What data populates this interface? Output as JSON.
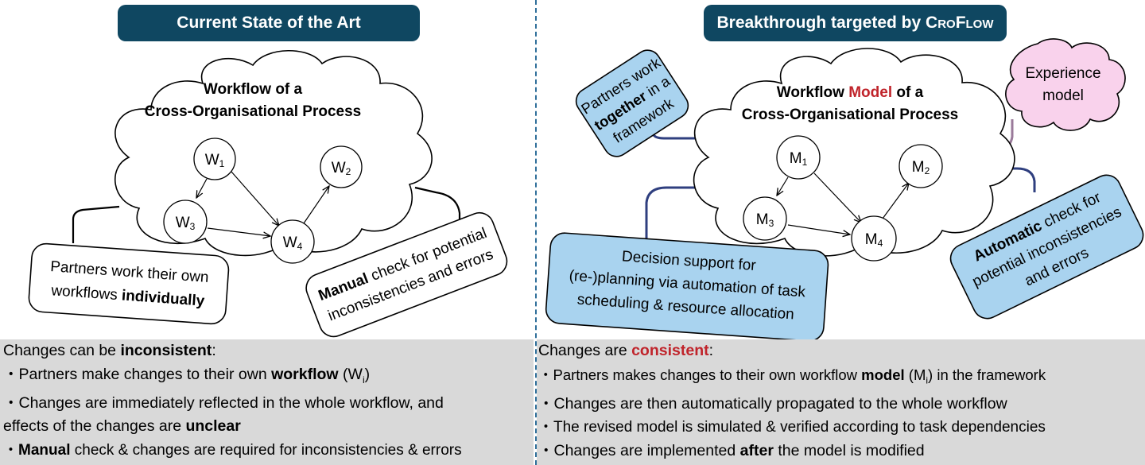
{
  "left": {
    "header": "Current State of the Art",
    "cloud_title_1": "Workflow of a",
    "cloud_title_2": "Cross-Organisational Process",
    "nodes": [
      "W",
      "W",
      "W",
      "W"
    ],
    "node_subs": [
      "1",
      "2",
      "3",
      "4"
    ],
    "callout_individual": {
      "l1": "Partners work their own",
      "l2a": "workflows ",
      "l2b": "individually"
    },
    "callout_manual": {
      "l1a": "Manual",
      "l1b": " check for potential",
      "l2": "inconsistencies and errors"
    },
    "summary": {
      "title_a": "Changes can be ",
      "title_b": "inconsistent",
      "title_c": ":",
      "b1_a": "・Partners make changes to their own ",
      "b1_b": "workflow",
      "b1_c": " (W",
      "b1_sub": "i",
      "b1_d": ")",
      "b2_a": "・Changes are immediately reflected in the whole workflow, and",
      "b2_b": "effects of the changes are ",
      "b2_c": "unclear",
      "b3_a": "・",
      "b3_b": "Manual",
      "b3_c": " check & changes are required for inconsistencies & errors"
    }
  },
  "right": {
    "header_a": "Breakthrough targeted by ",
    "header_b": "CroFlow",
    "cloud_title_1a": "Workflow ",
    "cloud_title_1b": "Model",
    "cloud_title_1c": " of a",
    "cloud_title_2": "Cross-Organisational Process",
    "nodes": [
      "M",
      "M",
      "M",
      "M"
    ],
    "node_subs": [
      "1",
      "2",
      "3",
      "4"
    ],
    "callout_together": {
      "l1": "Partners work",
      "l2": "together",
      "l2b": " in a",
      "l3": "framework"
    },
    "callout_experience": {
      "l1": "Experience",
      "l2": "model"
    },
    "callout_decision": {
      "l1": "Decision support for",
      "l2": "(re-)planning via automation of task",
      "l3": "scheduling & resource allocation"
    },
    "callout_automatic": {
      "l1a": "Automatic",
      "l1b": " check for",
      "l2": "potential inconsistencies",
      "l3": "and errors"
    },
    "summary": {
      "title_a": "Changes are ",
      "title_b": "consistent",
      "title_c": ":",
      "b1_a": "・Partners makes changes to their own workflow ",
      "b1_b": "model",
      "b1_c": " (M",
      "b1_sub": "i",
      "b1_d": ") in the framework",
      "b2": "・Changes are then automatically propagated to the whole workflow",
      "b3": "・The revised model is simulated & verified according to task dependencies",
      "b4_a": "・Changes are implemented ",
      "b4_b": "after",
      "b4_c": " the model is modified"
    }
  },
  "colors": {
    "header_bg": "#0f4761",
    "callout_blue": "#a9d3ef",
    "callout_pink": "#f9d2ec",
    "connector_navy": "#2f3f7f",
    "connector_mauve": "#9a7a9a",
    "accent_red": "#c0242b",
    "summary_bg": "#d9d9d9"
  }
}
